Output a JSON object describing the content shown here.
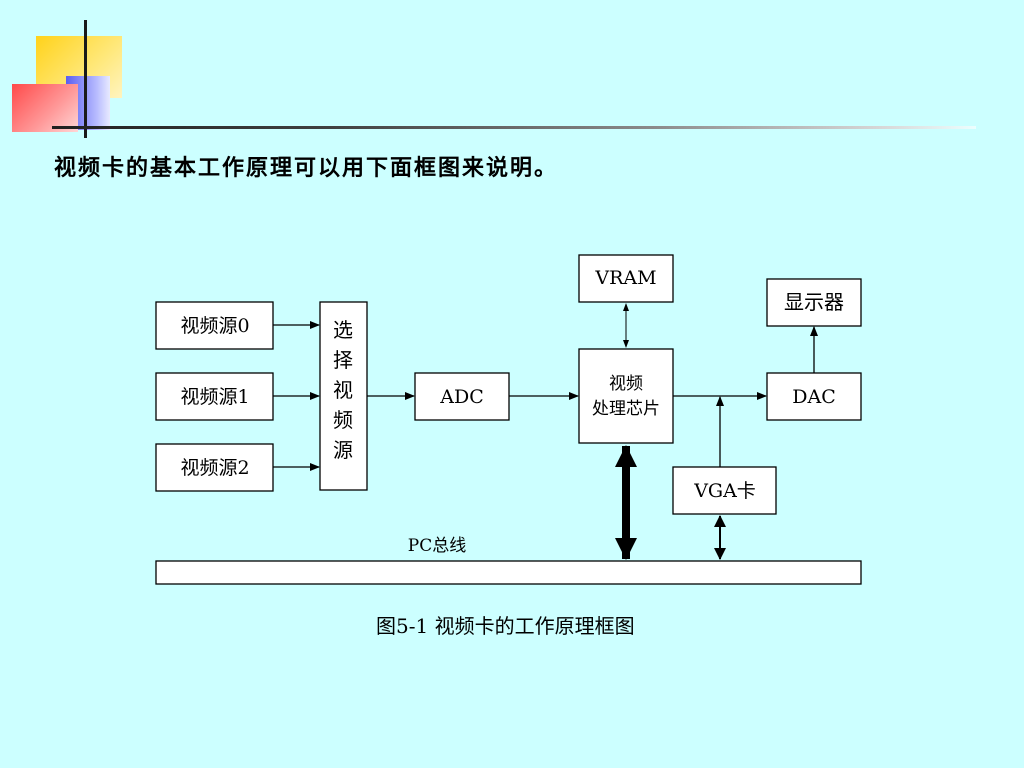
{
  "heading": "视频卡的基本工作原理可以用下面框图来说明。",
  "diagram": {
    "src0": "视频源0",
    "src1": "视频源1",
    "src2": "视频源2",
    "selector": [
      "选",
      "择",
      "视",
      "频",
      "源"
    ],
    "adc": "ADC",
    "vram": "VRAM",
    "chip_line1": "视频",
    "chip_line2": "处理芯片",
    "display": "显示器",
    "dac": "DAC",
    "vga": "VGA卡",
    "bus_label": "PC总线"
  },
  "caption": "图5-1  视频卡的工作原理框图"
}
